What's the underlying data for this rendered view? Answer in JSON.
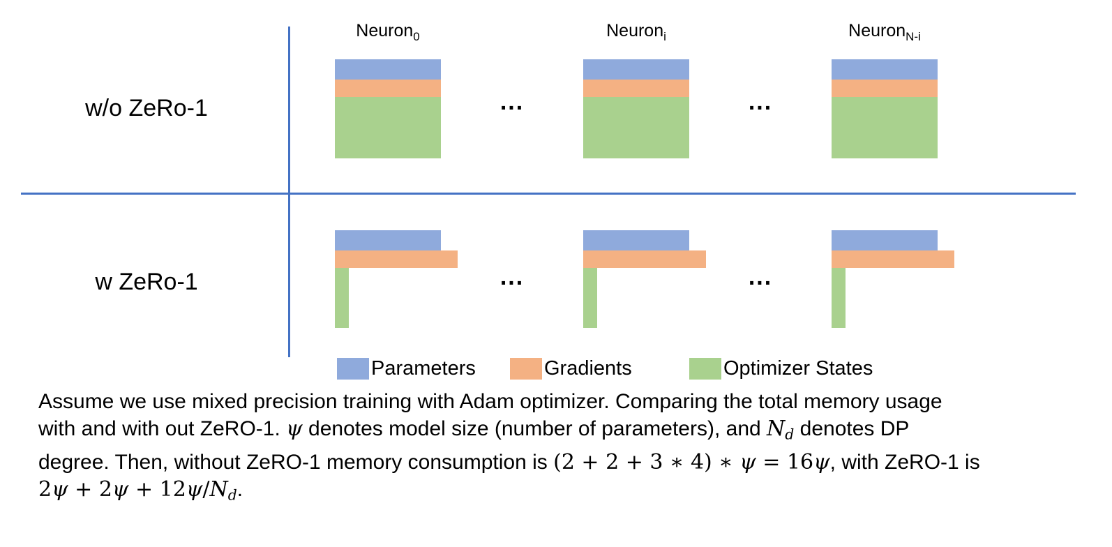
{
  "figure": {
    "rows": [
      {
        "label": "w/o ZeRo-1"
      },
      {
        "label": "w ZeRo-1"
      }
    ],
    "columns": [
      {
        "label_base": "Neuron",
        "label_sub": "0"
      },
      {
        "label_base": "Neuron",
        "label_sub": "i"
      },
      {
        "label_base": "Neuron",
        "label_sub": "N-i"
      }
    ],
    "ellipsis": "...",
    "colors": {
      "parameters": "#8FAADC",
      "gradients": "#F4B183",
      "optimizer_states": "#A9D18E",
      "divider": "#4472C4"
    }
  },
  "legend": {
    "items": [
      {
        "label": "Parameters",
        "color": "#8FAADC"
      },
      {
        "label": "Gradients",
        "color": "#F4B183"
      },
      {
        "label": "Optimizer States",
        "color": "#A9D18E"
      }
    ]
  },
  "caption": {
    "lines": [
      [
        "Assume we use mixed precision training with Adam optimizer. Comparing the total memory usage"
      ],
      [
        "with and with out ZeRO-1. ",
        "ψ",
        " denotes model size (number of parameters), and ",
        "N",
        "d",
        " denotes DP"
      ],
      [
        "degree. Then, without ZeRO-1 memory consumption is ",
        "(2 + 2 + 3 ∗ 4) ∗ ",
        "ψ",
        " = 16",
        "ψ",
        ", with ZeRO-1 is"
      ],
      [
        "2",
        "ψ",
        " + 2",
        "ψ",
        " + 12",
        "ψ",
        "/",
        "N",
        "d",
        "."
      ]
    ]
  }
}
